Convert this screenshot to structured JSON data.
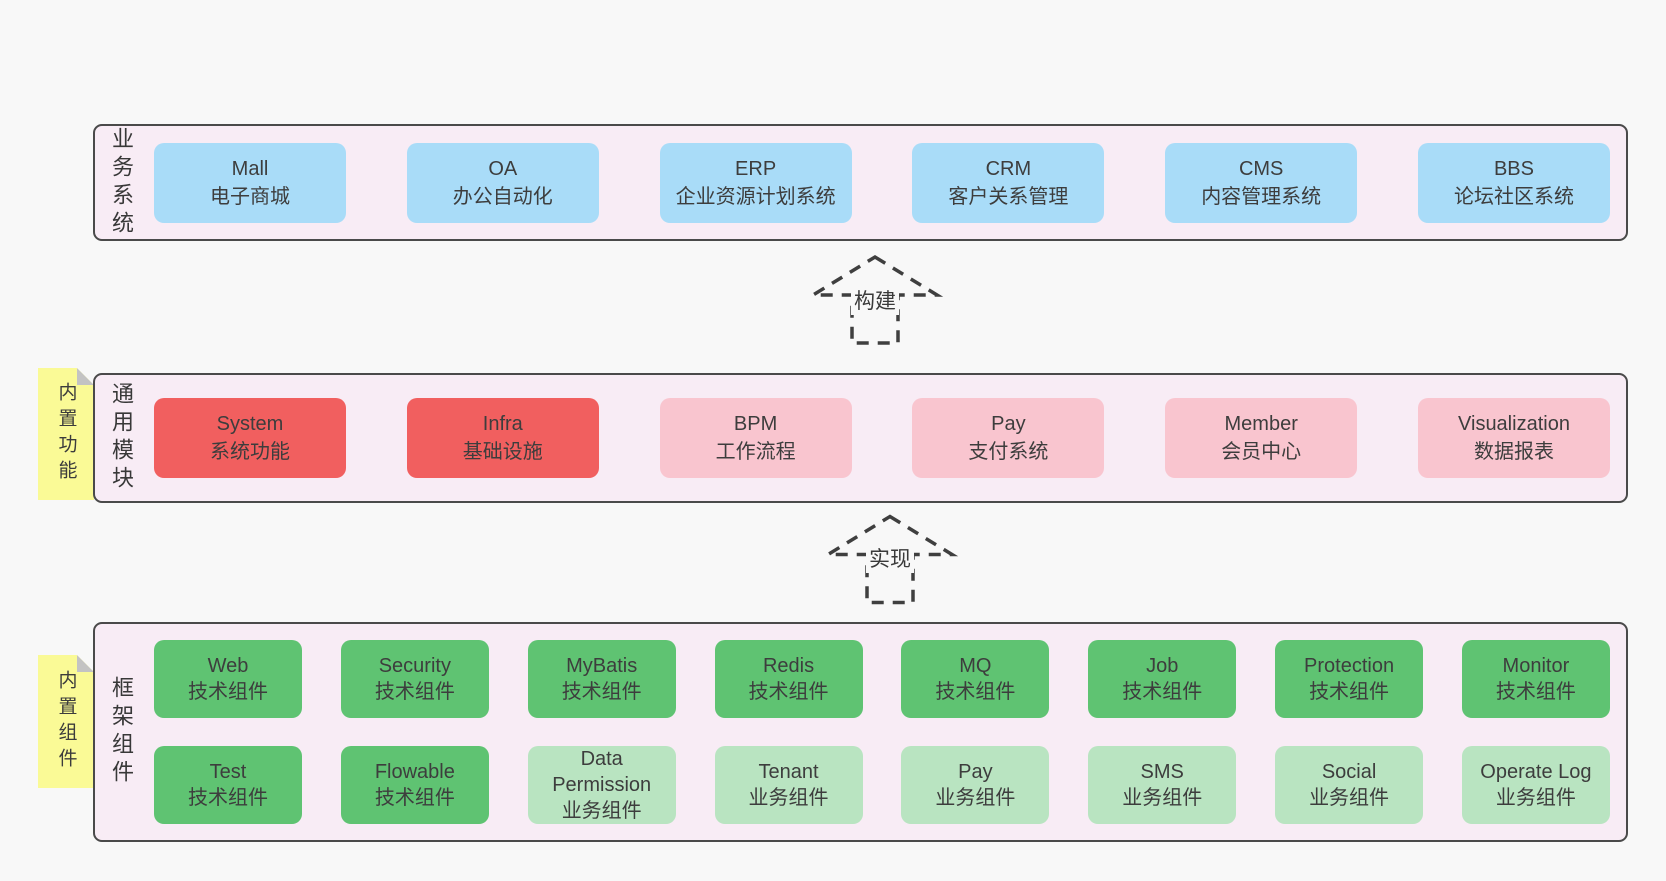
{
  "diagram": {
    "layers": [
      {
        "label": "业务系统",
        "boxes": [
          {
            "title": "Mall",
            "subtitle": "电子商城",
            "variant": "blue"
          },
          {
            "title": "OA",
            "subtitle": "办公自动化",
            "variant": "blue"
          },
          {
            "title": "ERP",
            "subtitle": "企业资源计划系统",
            "variant": "blue"
          },
          {
            "title": "CRM",
            "subtitle": "客户关系管理",
            "variant": "blue"
          },
          {
            "title": "CMS",
            "subtitle": "内容管理系统",
            "variant": "blue"
          },
          {
            "title": "BBS",
            "subtitle": "论坛社区系统",
            "variant": "blue"
          }
        ]
      },
      {
        "label": "通用模块",
        "sticky_note": "内置功能",
        "boxes": [
          {
            "title": "System",
            "subtitle": "系统功能",
            "variant": "red"
          },
          {
            "title": "Infra",
            "subtitle": "基础设施",
            "variant": "red"
          },
          {
            "title": "BPM",
            "subtitle": "工作流程",
            "variant": "pink"
          },
          {
            "title": "Pay",
            "subtitle": "支付系统",
            "variant": "pink"
          },
          {
            "title": "Member",
            "subtitle": "会员中心",
            "variant": "pink"
          },
          {
            "title": "Visualization",
            "subtitle": "数据报表",
            "variant": "pink"
          }
        ]
      },
      {
        "label": "框架组件",
        "sticky_note": "内置组件",
        "rows": [
          [
            {
              "title": "Web",
              "subtitle": "技术组件",
              "variant": "green-dark"
            },
            {
              "title": "Security",
              "subtitle": "技术组件",
              "variant": "green-dark"
            },
            {
              "title": "MyBatis",
              "subtitle": "技术组件",
              "variant": "green-dark"
            },
            {
              "title": "Redis",
              "subtitle": "技术组件",
              "variant": "green-dark"
            },
            {
              "title": "MQ",
              "subtitle": "技术组件",
              "variant": "green-dark"
            },
            {
              "title": "Job",
              "subtitle": "技术组件",
              "variant": "green-dark"
            },
            {
              "title": "Protection",
              "subtitle": "技术组件",
              "variant": "green-dark"
            },
            {
              "title": "Monitor",
              "subtitle": "技术组件",
              "variant": "green-dark"
            }
          ],
          [
            {
              "title": "Test",
              "subtitle": "技术组件",
              "variant": "green-dark"
            },
            {
              "title": "Flowable",
              "subtitle": "技术组件",
              "variant": "green-dark"
            },
            {
              "title": "Data Permission",
              "subtitle": "业务组件",
              "variant": "green-light"
            },
            {
              "title": "Tenant",
              "subtitle": "业务组件",
              "variant": "green-light"
            },
            {
              "title": "Pay",
              "subtitle": "业务组件",
              "variant": "green-light"
            },
            {
              "title": "SMS",
              "subtitle": "业务组件",
              "variant": "green-light"
            },
            {
              "title": "Social",
              "subtitle": "业务组件",
              "variant": "green-light"
            },
            {
              "title": "Operate Log",
              "subtitle": "业务组件",
              "variant": "green-light"
            }
          ]
        ]
      }
    ],
    "arrows": [
      {
        "label": "构建"
      },
      {
        "label": "实现"
      }
    ],
    "colors": {
      "page_bg": "#f8f8f8",
      "container_bg": "#f8ecf5",
      "container_border": "#4a4a4a",
      "blue_box": "#a9dcf8",
      "red_box": "#f15f5f",
      "pink_box": "#f9c5cf",
      "green_dark_box": "#5fc372",
      "green_light_box": "#b9e4c1",
      "sticky_yellow": "#fafa96",
      "fold_gray": "#c3c3c3",
      "arrow_stroke": "#3f3f3f",
      "text": "#3d3d3d"
    }
  }
}
